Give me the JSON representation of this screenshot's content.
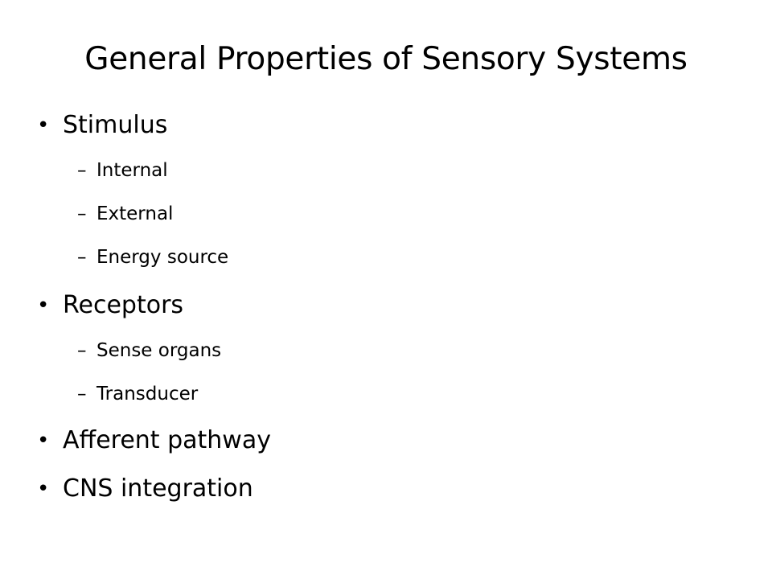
{
  "slide": {
    "title": "General Properties of Sensory Systems",
    "bullet_glyph": "•",
    "dash_glyph": "–",
    "items": [
      {
        "text": "Stimulus"
      },
      {
        "text": "Internal"
      },
      {
        "text": "External"
      },
      {
        "text": "Energy source"
      },
      {
        "text": "Receptors"
      },
      {
        "text": "Sense organs"
      },
      {
        "text": "Transducer"
      },
      {
        "text": "Afferent pathway"
      },
      {
        "text": "CNS integration"
      }
    ]
  }
}
